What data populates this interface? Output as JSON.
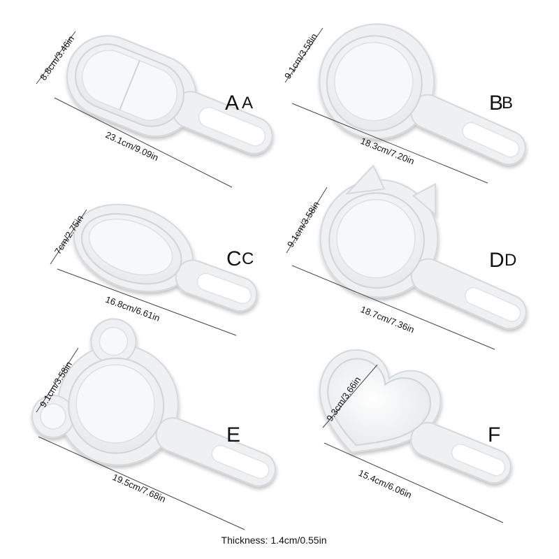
{
  "molds": [
    {
      "letter": "A",
      "letter2": "A",
      "width_label": "8.8cm/3.46in",
      "length_label": "23.1cm/9.09in"
    },
    {
      "letter": "B",
      "letter2": "B",
      "width_label": "9.1cm/3.58in",
      "length_label": "18.3cm/7.20in"
    },
    {
      "letter": "C",
      "letter2": "C",
      "width_label": "7cm/2.75in",
      "length_label": "16.8cm/6.61in"
    },
    {
      "letter": "D",
      "letter2": "D",
      "width_label": "9.1cm/3.58in",
      "length_label": "18.7cm/7.36in"
    },
    {
      "letter": "E",
      "letter2": "",
      "width_label": "9.1cm/3.58in",
      "length_label": "19.5cm/7.68in"
    },
    {
      "letter": "F",
      "letter2": "",
      "width_label": "9.3cm/3.66in",
      "length_label": "15.4cm/6.06in"
    }
  ],
  "footer": {
    "thickness": "Thickness: 1.4cm/0.55in"
  },
  "colors": {
    "mold_fill": "#eef0f2",
    "mold_edge": "#d8dbdf",
    "background": "#ffffff"
  }
}
